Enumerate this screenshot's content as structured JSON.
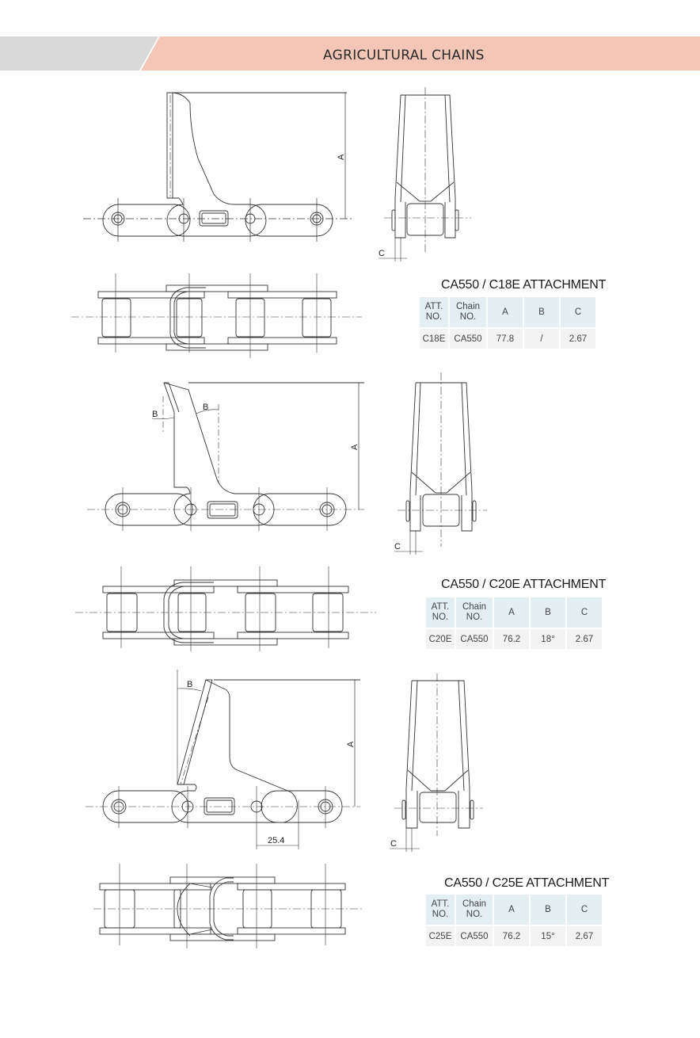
{
  "header": {
    "title": "AGRICULTURAL CHAINS",
    "colors": {
      "gray_band": "#d9d9d9",
      "accent_band": "#f4c6b6"
    }
  },
  "sections": [
    {
      "title": "CA550 / C18E ATTACHMENT",
      "drawing_labels": {
        "height_dim": "A",
        "offset_dim": "C"
      },
      "table": {
        "headers": [
          "ATT.\nNO.",
          "Chain\nNO.",
          "A",
          "B",
          "C"
        ],
        "rows": [
          [
            "C18E",
            "CA550",
            "77.8",
            "/",
            "2.67"
          ]
        ]
      }
    },
    {
      "title": "CA550 / C20E ATTACHMENT",
      "drawing_labels": {
        "height_dim": "A",
        "angle_dim": "B",
        "offset_dim": "C"
      },
      "table": {
        "headers": [
          "ATT.\nNO.",
          "Chain\nNO.",
          "A",
          "B",
          "C"
        ],
        "rows": [
          [
            "C20E",
            "CA550",
            "76.2",
            "18°",
            "2.67"
          ]
        ]
      }
    },
    {
      "title": "CA550 / C25E ATTACHMENT",
      "drawing_labels": {
        "height_dim": "A",
        "angle_dim": "B",
        "offset_dim": "C",
        "pitch_dim": "25.4"
      },
      "table": {
        "headers": [
          "ATT.\nNO.",
          "Chain\nNO.",
          "A",
          "B",
          "C"
        ],
        "rows": [
          [
            "C25E",
            "CA550",
            "76.2",
            "15°",
            "2.67"
          ]
        ]
      }
    }
  ]
}
